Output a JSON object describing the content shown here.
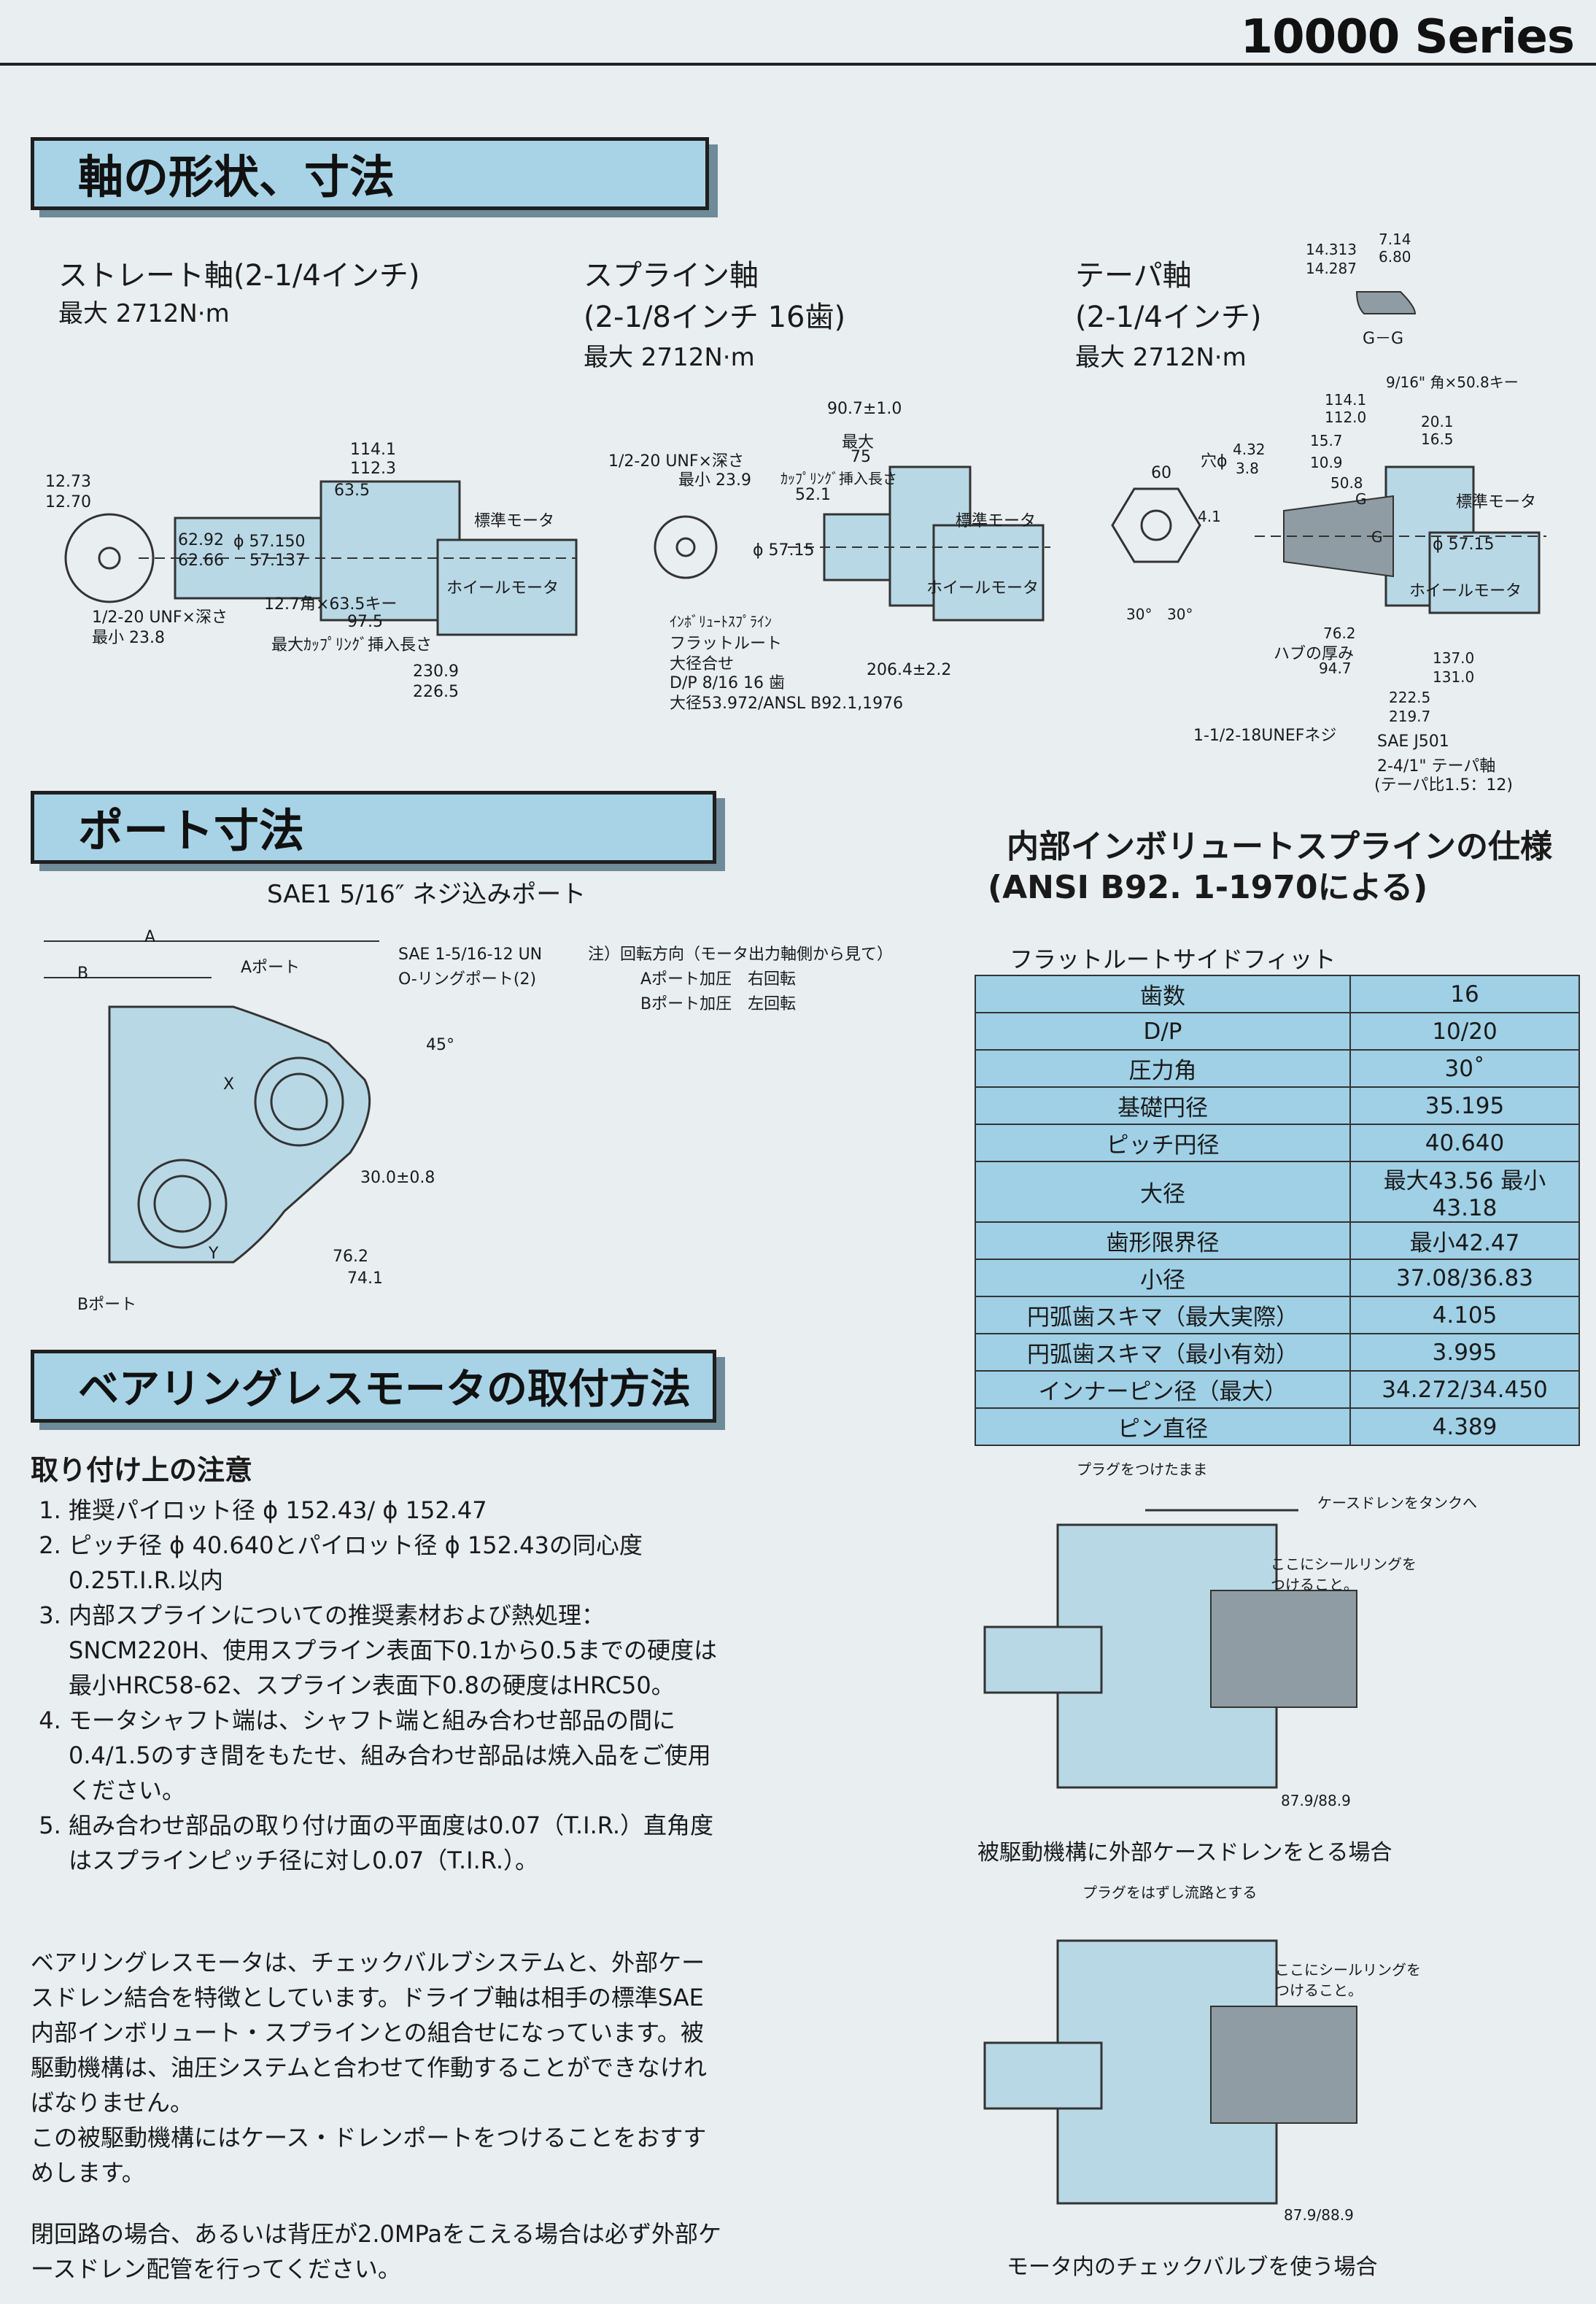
{
  "header": {
    "series": "10000 Series"
  },
  "shaft": {
    "banner": "軸の形状、寸法",
    "straight": {
      "title": "ストレート軸(2-1/4インチ)",
      "torque": "最大 2712N·m",
      "dims": [
        "12.73",
        "12.70",
        "114.1",
        "112.3",
        "63.5",
        "62.92",
        "62.66",
        "ϕ 57.150",
        "57.137",
        "1/2-20 UNF×深さ",
        "最小 23.8",
        "12.7角×63.5キー",
        "97.5",
        "最大ｶｯﾌﾟﾘﾝｸﾞ挿入長さ",
        "230.9",
        "226.5"
      ],
      "labels": [
        "標準モータ",
        "ホイールモータ"
      ]
    },
    "spline": {
      "title": "スプライン軸",
      "subtitle": "(2-1/8インチ 16歯)",
      "torque": "最大 2712N·m",
      "dims": [
        "90.7±1.0",
        "最大",
        "75",
        "ｶｯﾌﾟﾘﾝｸﾞ挿入長さ",
        "1/2-20 UNF×深さ",
        "最小 23.9",
        "52.1",
        "ϕ 57.15",
        "206.4±2.2"
      ],
      "note": [
        "ｲﾝﾎﾞﾘｭｰﾄｽﾌﾟﾗｲﾝ",
        "フラットルート",
        "大径合せ",
        "D/P 8/16 16 歯",
        "大径53.972/ANSL B92.1,1976"
      ],
      "labels": [
        "標準モータ",
        "ホイールモータ"
      ]
    },
    "taper": {
      "title": "テーパ軸",
      "subtitle": "(2-1/4インチ)",
      "torque": "最大 2712N·m",
      "dims": [
        "14.313",
        "14.287",
        "7.14",
        "6.80",
        "G－G",
        "9/16\" 角×50.8キー",
        "114.1",
        "112.0",
        "20.1",
        "16.5",
        "穴ϕ",
        "4.32",
        "3.8",
        "15.7",
        "10.9",
        "60",
        "50.8",
        "4.1",
        "ϕ 57.15",
        "30°",
        "30°",
        "76.2",
        "ハブの厚み",
        "94.7",
        "137.0",
        "131.0",
        "222.5",
        "219.7",
        "1-1/2-18UNEFネジ",
        "SAE J501",
        "2-4/1\" テーパ軸",
        "(テーパ比1.5：12)",
        "G",
        "G"
      ],
      "labels": [
        "標準モータ",
        "ホイールモータ"
      ]
    }
  },
  "port": {
    "banner": "ポート寸法",
    "title": "SAE1 5/16″ ネジ込みポート",
    "labels": [
      "A",
      "B",
      "Aポート",
      "Bポート",
      "X",
      "Y",
      "45°",
      "30.0±0.8",
      "76.2",
      "74.1",
      "SAE 1-5/16-12 UN",
      "O-リングポート(2)"
    ],
    "note_title": "注）回転方向（モータ出力軸側から見て）",
    "note_a": "Aポート加圧　右回転",
    "note_b": "Bポート加圧　左回転"
  },
  "spline_spec": {
    "title1": "内部インボリュートスプラインの仕様",
    "title2": "(ANSI B92. 1-1970による)",
    "subtitle": "フラットルートサイドフィット",
    "rows": [
      {
        "k": "歯数",
        "v": "16"
      },
      {
        "k": "D/P",
        "v": "10/20"
      },
      {
        "k": "圧力角",
        "v": "30˚"
      },
      {
        "k": "基礎円径",
        "v": "35.195"
      },
      {
        "k": "ピッチ円径",
        "v": "40.640"
      },
      {
        "k": "大径",
        "v": "最大43.56 最小43.18"
      },
      {
        "k": "歯形限界径",
        "v": "最小42.47"
      },
      {
        "k": "小径",
        "v": "37.08/36.83"
      },
      {
        "k": "円弧歯スキマ（最大実際）",
        "v": "4.105"
      },
      {
        "k": "円弧歯スキマ（最小有効）",
        "v": "3.995"
      },
      {
        "k": "インナーピン径（最大）",
        "v": "34.272/34.450"
      },
      {
        "k": "ピン直径",
        "v": "4.389"
      }
    ]
  },
  "mount": {
    "banner": "ベアリングレスモータの取付方法",
    "caution_title": "取り付け上の注意",
    "notes": [
      "推奨パイロット径 ϕ 152.43/ ϕ 152.47",
      "ピッチ径 ϕ 40.640とパイロット径 ϕ 152.43の同心度 0.25T.I.R.以内",
      "内部スプラインについての推奨素材および熱処理：SNCM220H、使用スプライン表面下0.1から0.5までの硬度は最小HRC58-62、スプライン表面下0.8の硬度はHRC50。",
      "モータシャフト端は、シャフト端と組み合わせ部品の間に0.4/1.5のすき間をもたせ、組み合わせ部品は焼入品をご使用ください。",
      "組み合わせ部品の取り付け面の平面度は0.07（T.I.R.）直角度はスプラインピッチ径に対し0.07（T.I.R.）。"
    ],
    "para1": "ベアリングレスモータは、チェックバルブシステムと、外部ケースドレン結合を特徴としています。ドライブ軸は相手の標準SAE内部インボリュート・スプラインとの組合せになっています。被駆動機構は、油圧システムと合わせて作動することができなければなりません。",
    "para2": "この被駆動機構にはケース・ドレンポートをつけることをおすすめします。",
    "para3": "閉回路の場合、あるいは背圧が2.0MPaをこえる場合は必ず外部ケースドレン配管を行ってください。",
    "diag1": {
      "labels": [
        "プラグをつけたまま",
        "ケースドレンをタンクへ",
        "ここにシールリングを",
        "つけること。",
        "87.9/88.9"
      ],
      "caption": "被駆動機構に外部ケースドレンをとる場合"
    },
    "diag2": {
      "labels": [
        "プラグをはずし流路とする",
        "ここにシールリングを",
        "つけること。",
        "87.9/88.9"
      ],
      "caption": "モータ内のチェックバルブを使う場合"
    }
  }
}
